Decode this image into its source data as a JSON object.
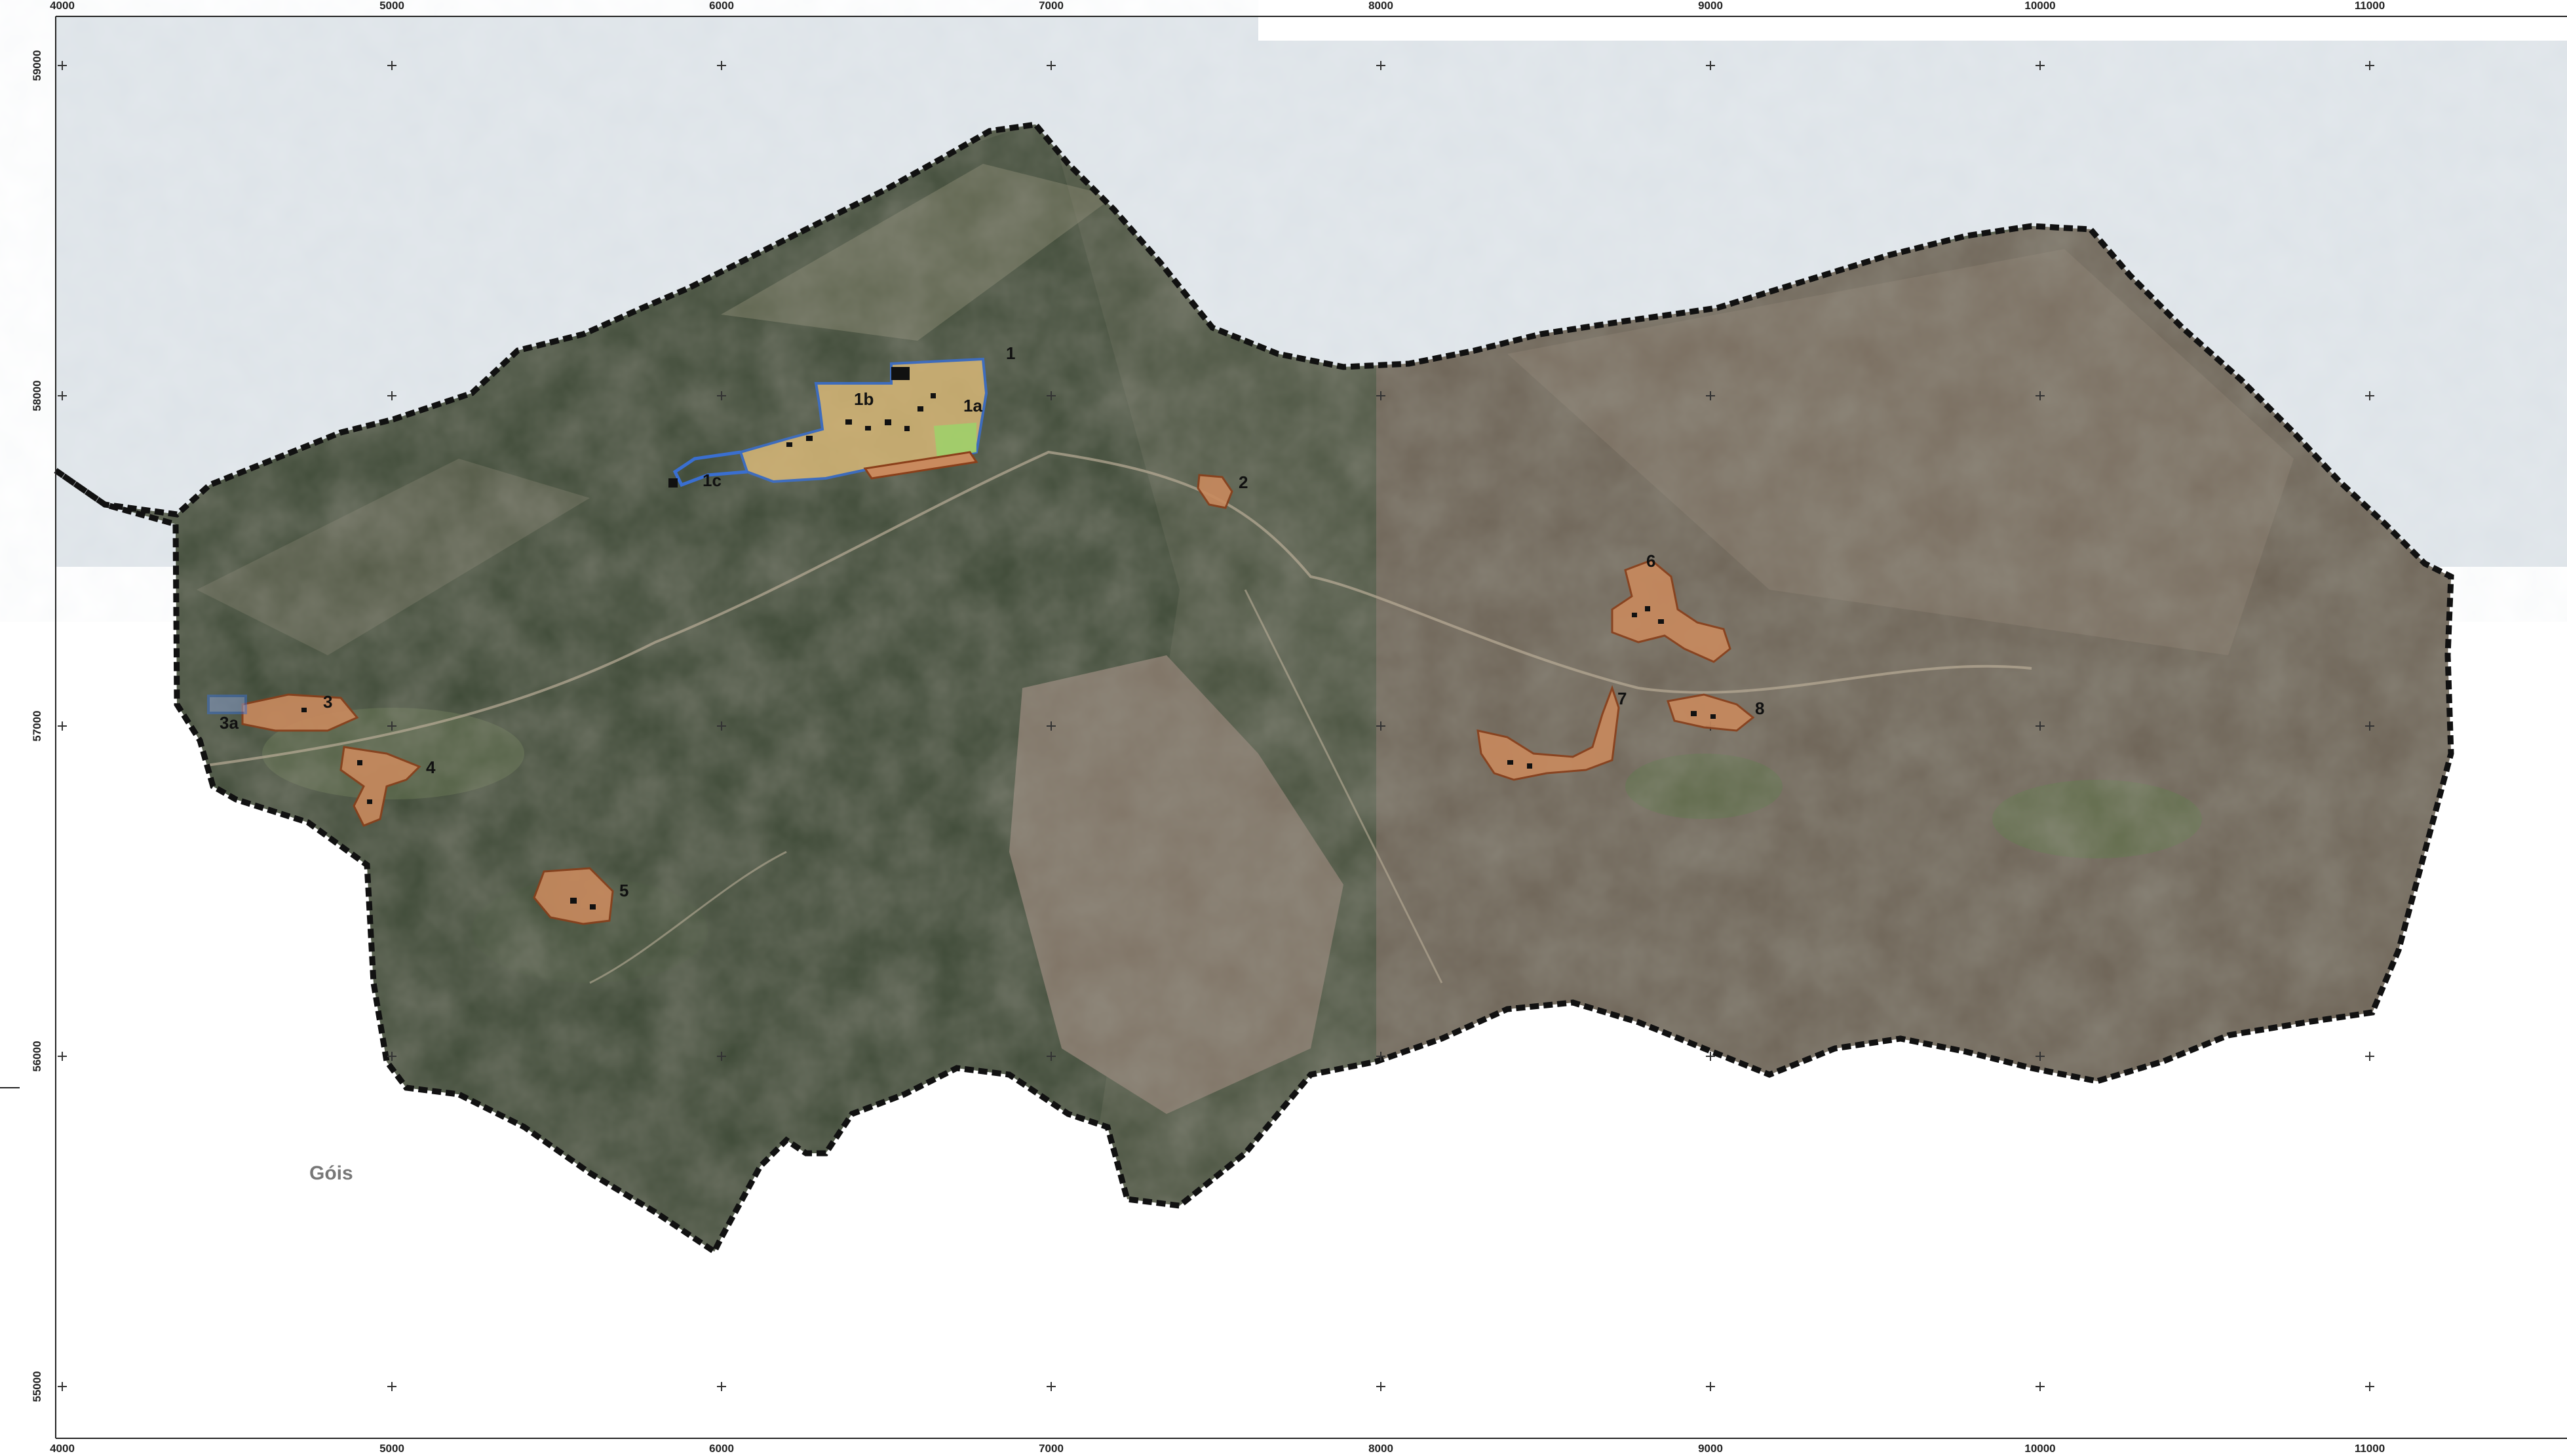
{
  "map": {
    "x_ticks": [
      "4000",
      "5000",
      "6000",
      "7000",
      "8000",
      "9000",
      "10000",
      "11000"
    ],
    "y_ticks": [
      "59000",
      "58000",
      "57000",
      "56000",
      "55000"
    ],
    "place_label": "Góis",
    "zones": [
      {
        "id": "1",
        "label": "1"
      },
      {
        "id": "1a",
        "label": "1a"
      },
      {
        "id": "1b",
        "label": "1b"
      },
      {
        "id": "1c",
        "label": "1c"
      },
      {
        "id": "2",
        "label": "2"
      },
      {
        "id": "3",
        "label": "3"
      },
      {
        "id": "3a",
        "label": "3a"
      },
      {
        "id": "4",
        "label": "4"
      },
      {
        "id": "5",
        "label": "5"
      },
      {
        "id": "6",
        "label": "6"
      },
      {
        "id": "7",
        "label": "7"
      },
      {
        "id": "8",
        "label": "8"
      }
    ],
    "colors": {
      "boundary": "#111111",
      "zone_fill": "#c98a5e",
      "zone_stroke": "#8a3f1a",
      "main_zone_fill": "#d8b878",
      "blue_outline": "#3a6fd0",
      "green_patch": "#9fcf6a",
      "faded_overlay": "#dde3e8"
    }
  }
}
